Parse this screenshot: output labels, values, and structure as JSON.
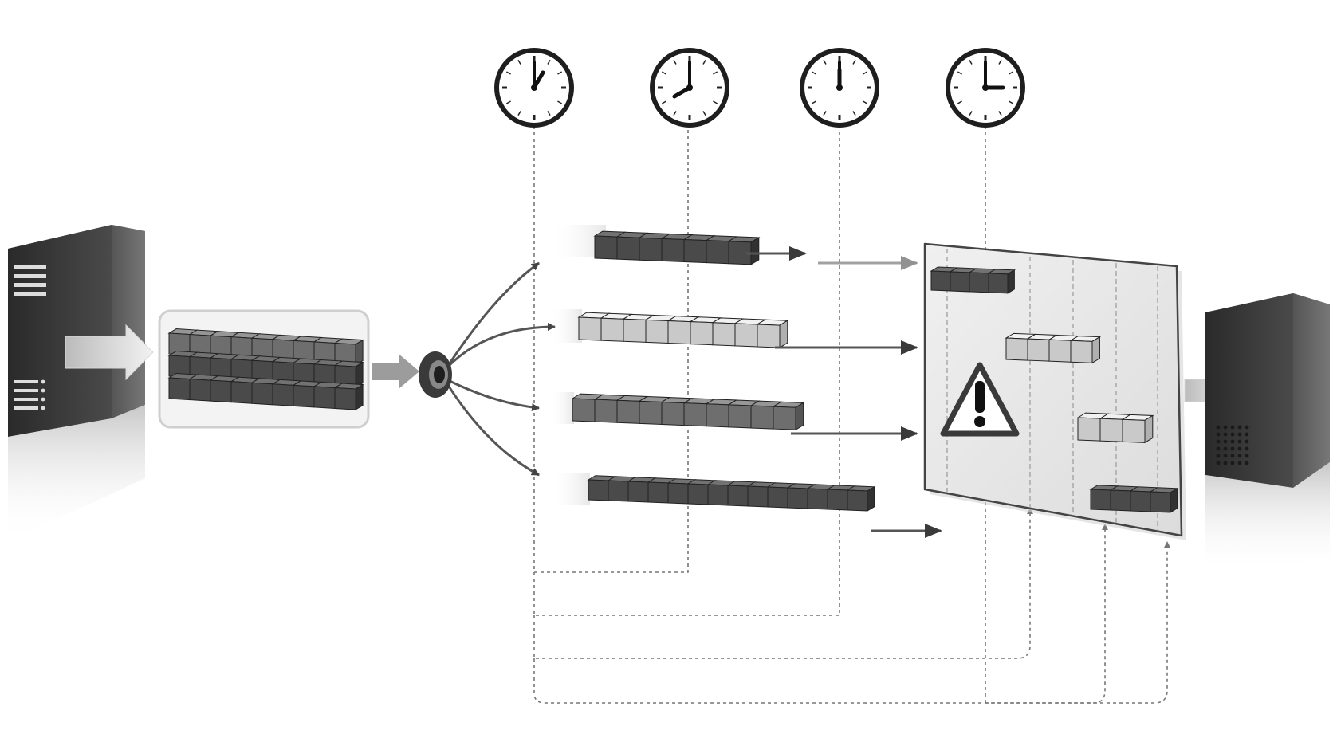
{
  "diagram": {
    "source_server": {
      "icon": "server-tower-icon"
    },
    "target_server": {
      "icon": "server-tower-icon"
    },
    "input_batch": {
      "rows": 3,
      "cols": 9
    },
    "splitter": {
      "icon": "splitter-ring-icon"
    },
    "clocks": [
      {
        "name": "clock-1",
        "hour": 1,
        "minute": 0
      },
      {
        "name": "clock-2",
        "hour": 8,
        "minute": 0
      },
      {
        "name": "clock-3",
        "hour": 12,
        "minute": 0
      },
      {
        "name": "clock-4",
        "hour": 3,
        "minute": 0
      }
    ],
    "streams": [
      {
        "name": "stream-1",
        "blocks": 7,
        "shade": "dark"
      },
      {
        "name": "stream-2",
        "blocks": 9,
        "shade": "light"
      },
      {
        "name": "stream-3",
        "blocks": 10,
        "shade": "medium"
      },
      {
        "name": "stream-4",
        "blocks": 14,
        "shade": "dark"
      }
    ],
    "window_panel": {
      "warning_icon": "warning-triangle-icon",
      "segments": [
        {
          "name": "segment-1",
          "blocks": 4,
          "shade": "dark"
        },
        {
          "name": "segment-2",
          "blocks": 4,
          "shade": "light"
        },
        {
          "name": "segment-3",
          "blocks": 3,
          "shade": "light"
        },
        {
          "name": "segment-4",
          "blocks": 4,
          "shade": "dark"
        }
      ]
    },
    "colors": {
      "dark": "#4a4a4a",
      "medium": "#6e6e6e",
      "light": "#c9c9c9",
      "panel": "#e6e6e6",
      "line": "#666666"
    }
  }
}
